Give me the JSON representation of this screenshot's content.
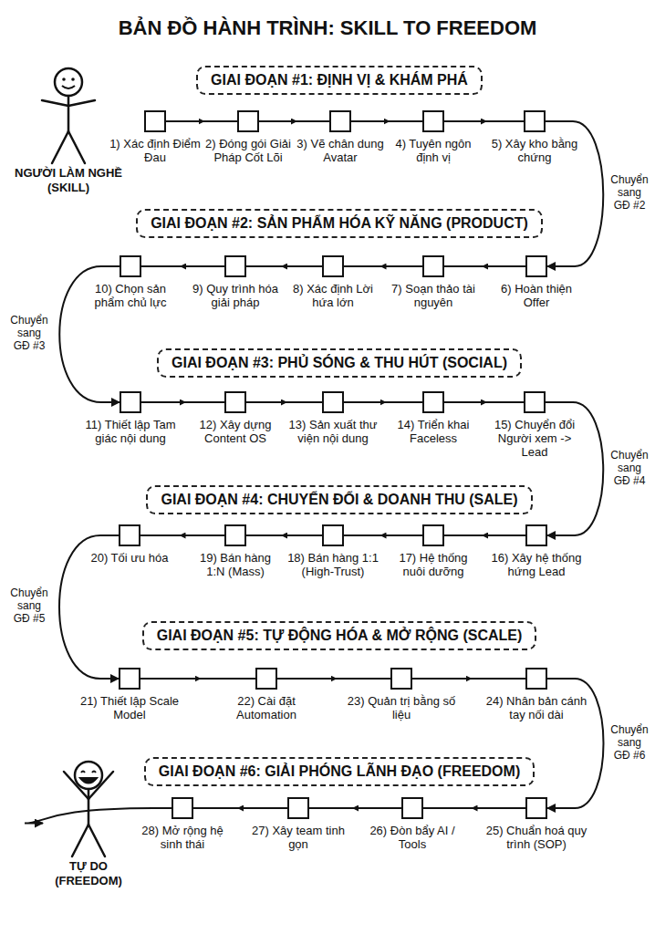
{
  "diagram": {
    "title": "BẢN ĐỒ HÀNH TRÌNH: SKILL TO FREEDOM",
    "nodes": [
      {
        "text": [
          "NGƯỜI LÀM NGHỀ (SKILL)"
        ]
      },
      {
        "text": [
          "GIAI ĐOẠN #1: ĐỊNH VỊ & KHÁM PHÁ"
        ]
      },
      {
        "text": [
          "1) Xác định Điểm Đau"
        ]
      },
      {
        "text": [
          "2) Đóng gói Giải Pháp Cốt Lõi"
        ]
      },
      {
        "text": [
          "3) Vẽ chân dung Avatar"
        ]
      },
      {
        "text": [
          "4) Tuyên ngôn định vị"
        ]
      },
      {
        "text": [
          "5) Xây kho bằng chứng"
        ]
      },
      {
        "text": [
          "GIAI ĐOẠN #2: SẢN PHẨM HÓA KỸ NĂNG (PRODUCT)"
        ]
      },
      {
        "text": [
          "6) Hoàn thiện Offer"
        ]
      },
      {
        "text": [
          "7) Soạn thảo tài nguyên"
        ]
      },
      {
        "text": [
          "8) Xác định Lời hứa lớn"
        ]
      },
      {
        "text": [
          "9) Quy trình hóa giải pháp"
        ]
      },
      {
        "text": [
          "10) Chọn sản phẩm chủ lực"
        ]
      },
      {
        "text": [
          "GIAI ĐOẠN #3: PHỦ SÓNG & THU HÚT (SOCIAL)"
        ]
      },
      {
        "text": [
          "11) Thiết lập Tam giác nội dung"
        ]
      },
      {
        "text": [
          "12) Xây dựng Content OS"
        ]
      },
      {
        "text": [
          "13) Sản xuất thư viện nội dung"
        ]
      },
      {
        "text": [
          "14) Triển khai Faceless"
        ]
      },
      {
        "text": [
          "15) Chuyển đổi Người xem -> Lead"
        ]
      },
      {
        "text": [
          "GIAI ĐOẠN #4: CHUYỂN ĐỔI & DOANH THU (SALE)"
        ]
      },
      {
        "text": [
          "16) Xây hệ thống hứng Lead"
        ]
      },
      {
        "text": [
          "17) Hệ thống nuôi dưỡng"
        ]
      },
      {
        "text": [
          "18) Bán hàng 1:1 (High-Trust)"
        ]
      },
      {
        "text": [
          "19) Bán hàng 1:N (Mass)"
        ]
      },
      {
        "text": [
          "20) Tối ưu hóa"
        ]
      },
      {
        "text": [
          "GIAI ĐOẠN #5: TỰ ĐỘNG HÓA & MỞ RỘNG (SCALE)"
        ]
      },
      {
        "text": [
          "21) Thiết lập Scale Model"
        ]
      },
      {
        "text": [
          "22) Cài đặt Automation"
        ]
      },
      {
        "text": [
          "23) Quản trị bằng số liệu"
        ]
      },
      {
        "text": [
          "24) Nhân bản cánh tay nối dài"
        ]
      },
      {
        "text": [
          "GIAI ĐOẠN #6: GIẢI PHÓNG LÃNH ĐẠO (FREEDOM)"
        ]
      },
      {
        "text": [
          "25) Chuẩn hoá quy trình (SOP)"
        ]
      },
      {
        "text": [
          "26) Đòn bẩy AI / Tools"
        ]
      },
      {
        "text": [
          "27) Xây team tinh gọn"
        ]
      },
      {
        "text": [
          "28) Mở rộng hệ sinh thái"
        ]
      },
      {
        "text": [
          "TỰ DO (FREEDOM)"
        ]
      }
    ],
    "edges": [
      {
        "from": 2,
        "to": 3,
        "arrow": "to"
      },
      {
        "from": 3,
        "to": 4,
        "arrow": "to"
      },
      {
        "from": 4,
        "to": 5,
        "arrow": "to"
      },
      {
        "from": 5,
        "to": 6,
        "arrow": "to"
      },
      {
        "from": 6,
        "to": 8,
        "label": "Chuyển sang GĐ #2",
        "arrow": "to"
      },
      {
        "from": 8,
        "to": 9,
        "arrow": "to"
      },
      {
        "from": 9,
        "to": 10,
        "arrow": "to"
      },
      {
        "from": 10,
        "to": 11,
        "arrow": "to"
      },
      {
        "from": 11,
        "to": 12,
        "arrow": "to"
      },
      {
        "from": 12,
        "to": 14,
        "label": "Chuyển sang GĐ #3",
        "arrow": "to"
      },
      {
        "from": 14,
        "to": 15,
        "arrow": "to"
      },
      {
        "from": 15,
        "to": 16,
        "arrow": "to"
      },
      {
        "from": 16,
        "to": 17,
        "arrow": "to"
      },
      {
        "from": 17,
        "to": 18,
        "arrow": "to"
      },
      {
        "from": 18,
        "to": 20,
        "label": "Chuyển sang GĐ #4",
        "arrow": "to"
      },
      {
        "from": 20,
        "to": 21,
        "arrow": "to"
      },
      {
        "from": 21,
        "to": 22,
        "arrow": "to"
      },
      {
        "from": 22,
        "to": 23,
        "arrow": "to"
      },
      {
        "from": 23,
        "to": 24,
        "arrow": "to"
      },
      {
        "from": 24,
        "to": 26,
        "label": "Chuyển sang GĐ #5",
        "arrow": "to"
      },
      {
        "from": 26,
        "to": 27,
        "arrow": "to"
      },
      {
        "from": 27,
        "to": 28,
        "arrow": "to"
      },
      {
        "from": 28,
        "to": 29,
        "arrow": "to"
      },
      {
        "from": 29,
        "to": 31,
        "label": "Chuyển sang GĐ #6",
        "arrow": "to"
      },
      {
        "from": 31,
        "to": 32,
        "arrow": "to"
      },
      {
        "from": 32,
        "to": 33,
        "arrow": "to"
      },
      {
        "from": 33,
        "to": 34,
        "arrow": "to"
      },
      {
        "from": 34,
        "to": 35,
        "arrow": "to"
      }
    ]
  }
}
